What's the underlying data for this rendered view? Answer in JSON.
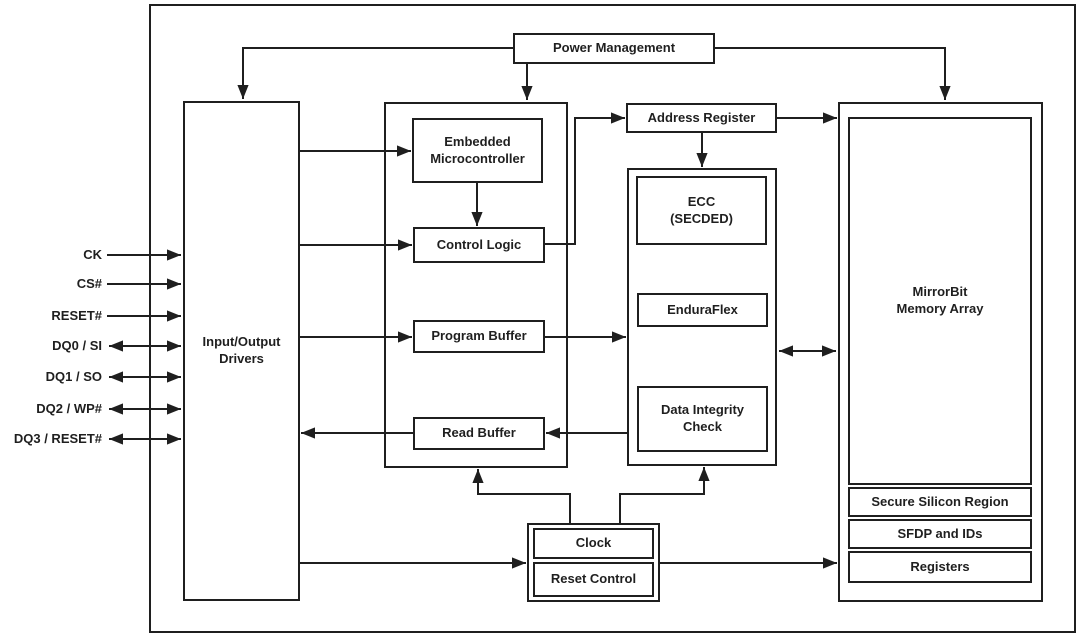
{
  "diagram": {
    "type": "block-diagram",
    "colors": {
      "line": "#1f1f1f",
      "text": "#1f1f1f",
      "background": "#ffffff"
    },
    "blocks": {
      "power_management": "Power Management",
      "io_drivers": "Input/Output\nDrivers",
      "embedded_microcontroller": "Embedded\nMicrocontroller",
      "control_logic": "Control Logic",
      "program_buffer": "Program Buffer",
      "read_buffer": "Read Buffer",
      "clock": "Clock",
      "reset_control": "Reset Control",
      "address_register": "Address Register",
      "ecc": "ECC\n(SECDED)",
      "enduraflex": "EnduraFlex",
      "data_integrity_check": "Data Integrity\nCheck",
      "mirrorbit_memory_array": "MirrorBit\nMemory Array",
      "secure_silicon_region": "Secure Silicon Region",
      "sfdp_and_ids": "SFDP and IDs",
      "registers": "Registers"
    },
    "pins": [
      {
        "label": "CK",
        "direction": "input"
      },
      {
        "label": "CS#",
        "direction": "input"
      },
      {
        "label": "RESET#",
        "direction": "input"
      },
      {
        "label": "DQ0 / SI",
        "direction": "bidirectional"
      },
      {
        "label": "DQ1 / SO",
        "direction": "bidirectional"
      },
      {
        "label": "DQ2 / WP#",
        "direction": "bidirectional"
      },
      {
        "label": "DQ3 / RESET#",
        "direction": "bidirectional"
      }
    ]
  }
}
